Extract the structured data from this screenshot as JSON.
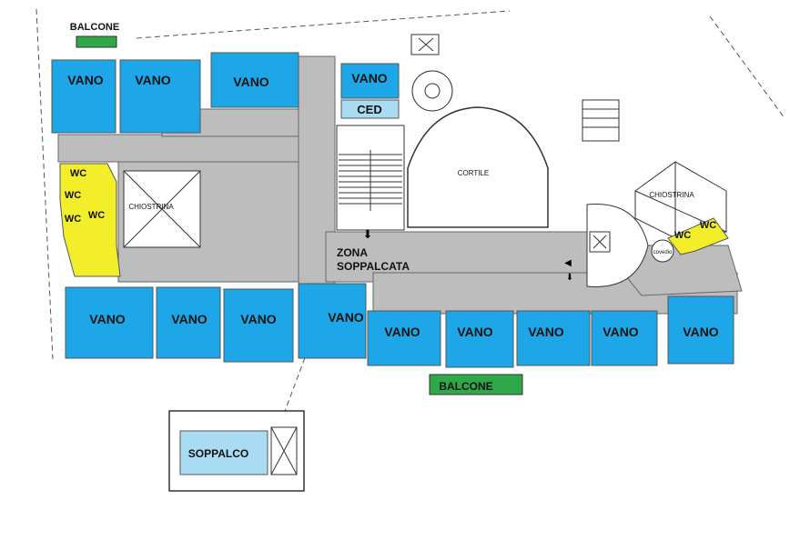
{
  "colors": {
    "corridor": "#bdbdbd",
    "vano": "#1ea7e8",
    "ced": "#a9dcf2",
    "soppalco": "#a9dcf2",
    "wc": "#f2ef2a",
    "balcone": "#2fa84a",
    "wall": "#2b2b2b"
  },
  "labels": {
    "balcone_top": "BALCONE",
    "balcone_bottom": "BALCONE",
    "ced": "CED",
    "soppalco": "SOPPALCO",
    "zona_line1": "ZONA",
    "zona_line2": "SOPPALCATA",
    "cortile": "CORTILE",
    "chiostrina_left": "CHIOSTRINA",
    "chiostrina_right": "CHIOSTRINA",
    "covedio": "covedio"
  },
  "vani_top": [
    "VANO",
    "VANO",
    "VANO",
    "VANO"
  ],
  "vani_bottom": [
    "VANO",
    "VANO",
    "VANO",
    "VANO",
    "VANO",
    "VANO",
    "VANO",
    "VANO",
    "VANO"
  ],
  "wc_labels": [
    "WC",
    "WC",
    "WC",
    "WC",
    "WC",
    "WC"
  ]
}
